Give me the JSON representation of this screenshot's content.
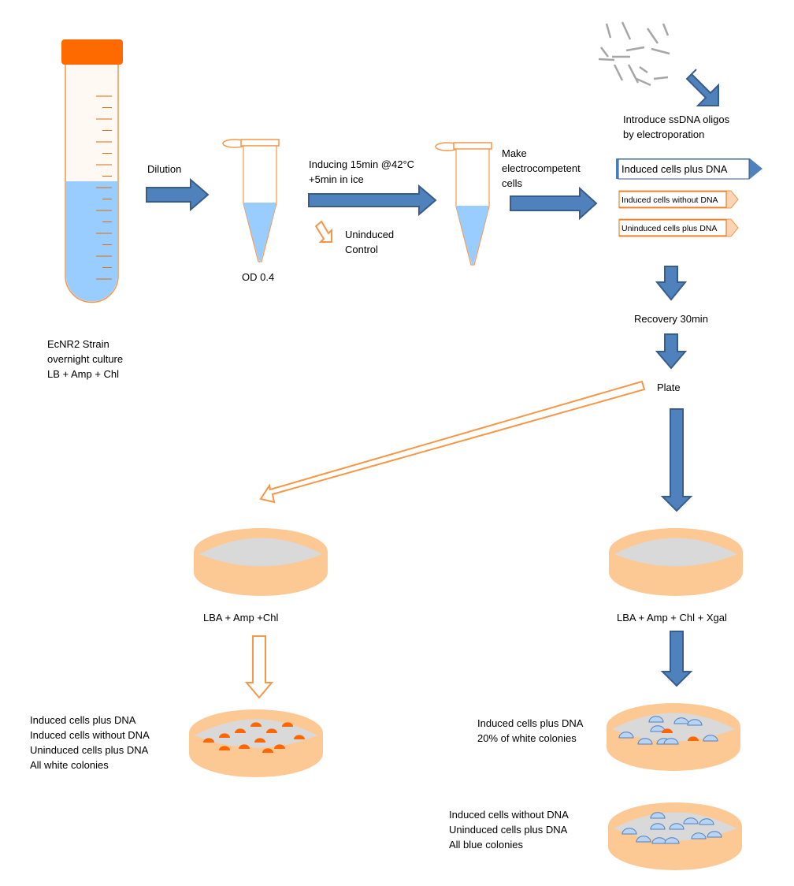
{
  "colors": {
    "arrow_blue": "#4f81bd",
    "arrow_orange": "#f79646",
    "cap_orange": "#ff6a00",
    "culture_blue": "#99ccff",
    "plate_peach": "#fcc995",
    "colony_orange": "#ff6600",
    "colony_blue": "#b9d3f5"
  },
  "tube": {
    "label": [
      "EcNR2 Strain",
      "overnight culture",
      "LB + Amp + Chl"
    ]
  },
  "steps": {
    "dilution": "Dilution",
    "od": "OD 0.4",
    "inducing": [
      "Inducing 15min @42°C",
      "+5min in ice"
    ],
    "uninduced_control": [
      "Uninduced",
      "Control"
    ],
    "electrocompetent": [
      "Make",
      "electrocompetent",
      "cells"
    ],
    "introduce": [
      "Introduce ssDNA oligos",
      "by electroporation"
    ],
    "recovery": "Recovery 30min",
    "plate": "Plate"
  },
  "groups": [
    "Induced cells plus DNA",
    "Induced cells without DNA",
    "Uninduced cells plus DNA"
  ],
  "plates": {
    "left_medium": "LBA + Amp +Chl",
    "right_medium": "LBA + Amp + Chl + Xgal",
    "left_result": [
      "Induced cells plus DNA",
      "Induced cells without DNA",
      "Uninduced cells plus DNA",
      "All white colonies"
    ],
    "right_result_1": [
      "Induced cells plus DNA",
      "20% of white colonies"
    ],
    "right_result_2": [
      "Induced cells without DNA",
      "Uninduced cells plus DNA",
      "All blue colonies"
    ]
  }
}
